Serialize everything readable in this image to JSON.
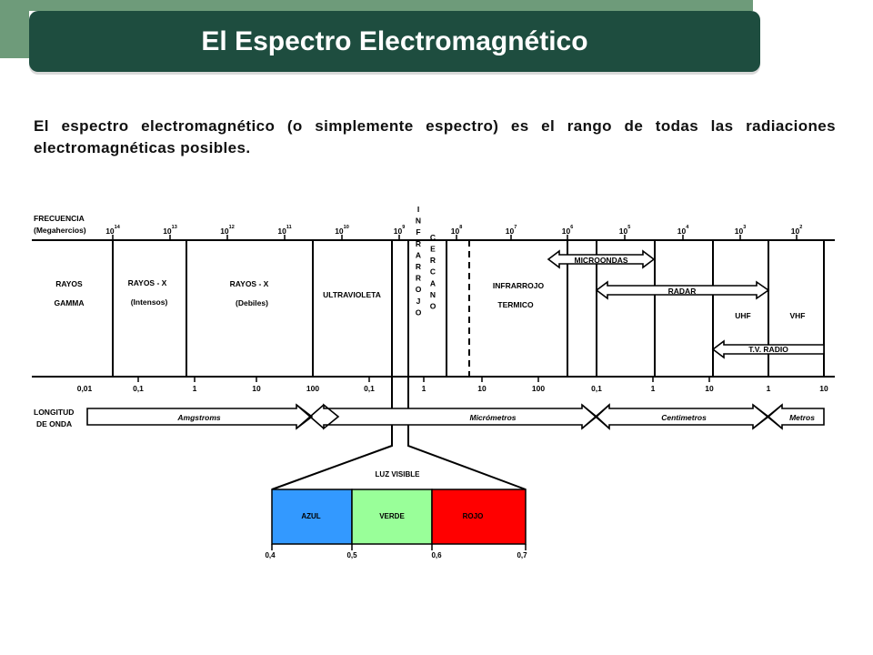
{
  "header": {
    "title": "El Espectro Electromagnético"
  },
  "intro": "El espectro electromagnético (o simplemente espectro) es el rango de todas las radiaciones electromagnéticas posibles.",
  "diagram": {
    "freq_label_1": "FRECUENCIA",
    "freq_label_2": "(Megahercios)",
    "freq_ticks": [
      {
        "base": "10",
        "exp": "14"
      },
      {
        "base": "10",
        "exp": "13"
      },
      {
        "base": "10",
        "exp": "12"
      },
      {
        "base": "10",
        "exp": "11"
      },
      {
        "base": "10",
        "exp": "10"
      },
      {
        "base": "10",
        "exp": "9"
      },
      {
        "base": "10",
        "exp": "8"
      },
      {
        "base": "10",
        "exp": "7"
      },
      {
        "base": "10",
        "exp": "6"
      },
      {
        "base": "10",
        "exp": "5"
      },
      {
        "base": "10",
        "exp": "4"
      },
      {
        "base": "10",
        "exp": "3"
      },
      {
        "base": "10",
        "exp": "2"
      }
    ],
    "region_gamma": [
      "RAYOS",
      "GAMMA"
    ],
    "region_xray_hard": [
      "RAYOS - X",
      "(Intensos)"
    ],
    "region_xray_soft": [
      "RAYOS - X",
      "(Debiles)"
    ],
    "region_uv": "ULTRAVIOLETA",
    "region_ir_near_a": "INFRARROJO",
    "region_ir_near_b": "CERCANO",
    "region_ir_thermal": [
      "INFRARROJO",
      "TERMICO"
    ],
    "arrow_microondas": "MICROONDAS",
    "arrow_radar": "RADAR",
    "region_uhf": "UHF",
    "region_vhf": "VHF",
    "arrow_tv": "T.V. RADIO",
    "wave_label_1": "LONGITUD",
    "wave_label_2": "DE ONDA",
    "wave_ticks": [
      "0,01",
      "0,1",
      "1",
      "10",
      "100",
      "0,1",
      "1",
      "10",
      "100",
      "0,1",
      "1",
      "10",
      "1",
      "10"
    ],
    "unit_amgstroms": "Amgstroms",
    "unit_micrometros": "Micrómetros",
    "unit_centimetros": "Centimetros",
    "unit_metros": "Metros",
    "visible_title": "LUZ VISIBLE",
    "visible_bands": [
      {
        "label": "AZUL",
        "color": "#3399ff"
      },
      {
        "label": "VERDE",
        "color": "#99ff99"
      },
      {
        "label": "ROJO",
        "color": "#ff0000"
      }
    ],
    "visible_ticks": [
      "0,4",
      "0,5",
      "0,6",
      "0,7"
    ]
  }
}
